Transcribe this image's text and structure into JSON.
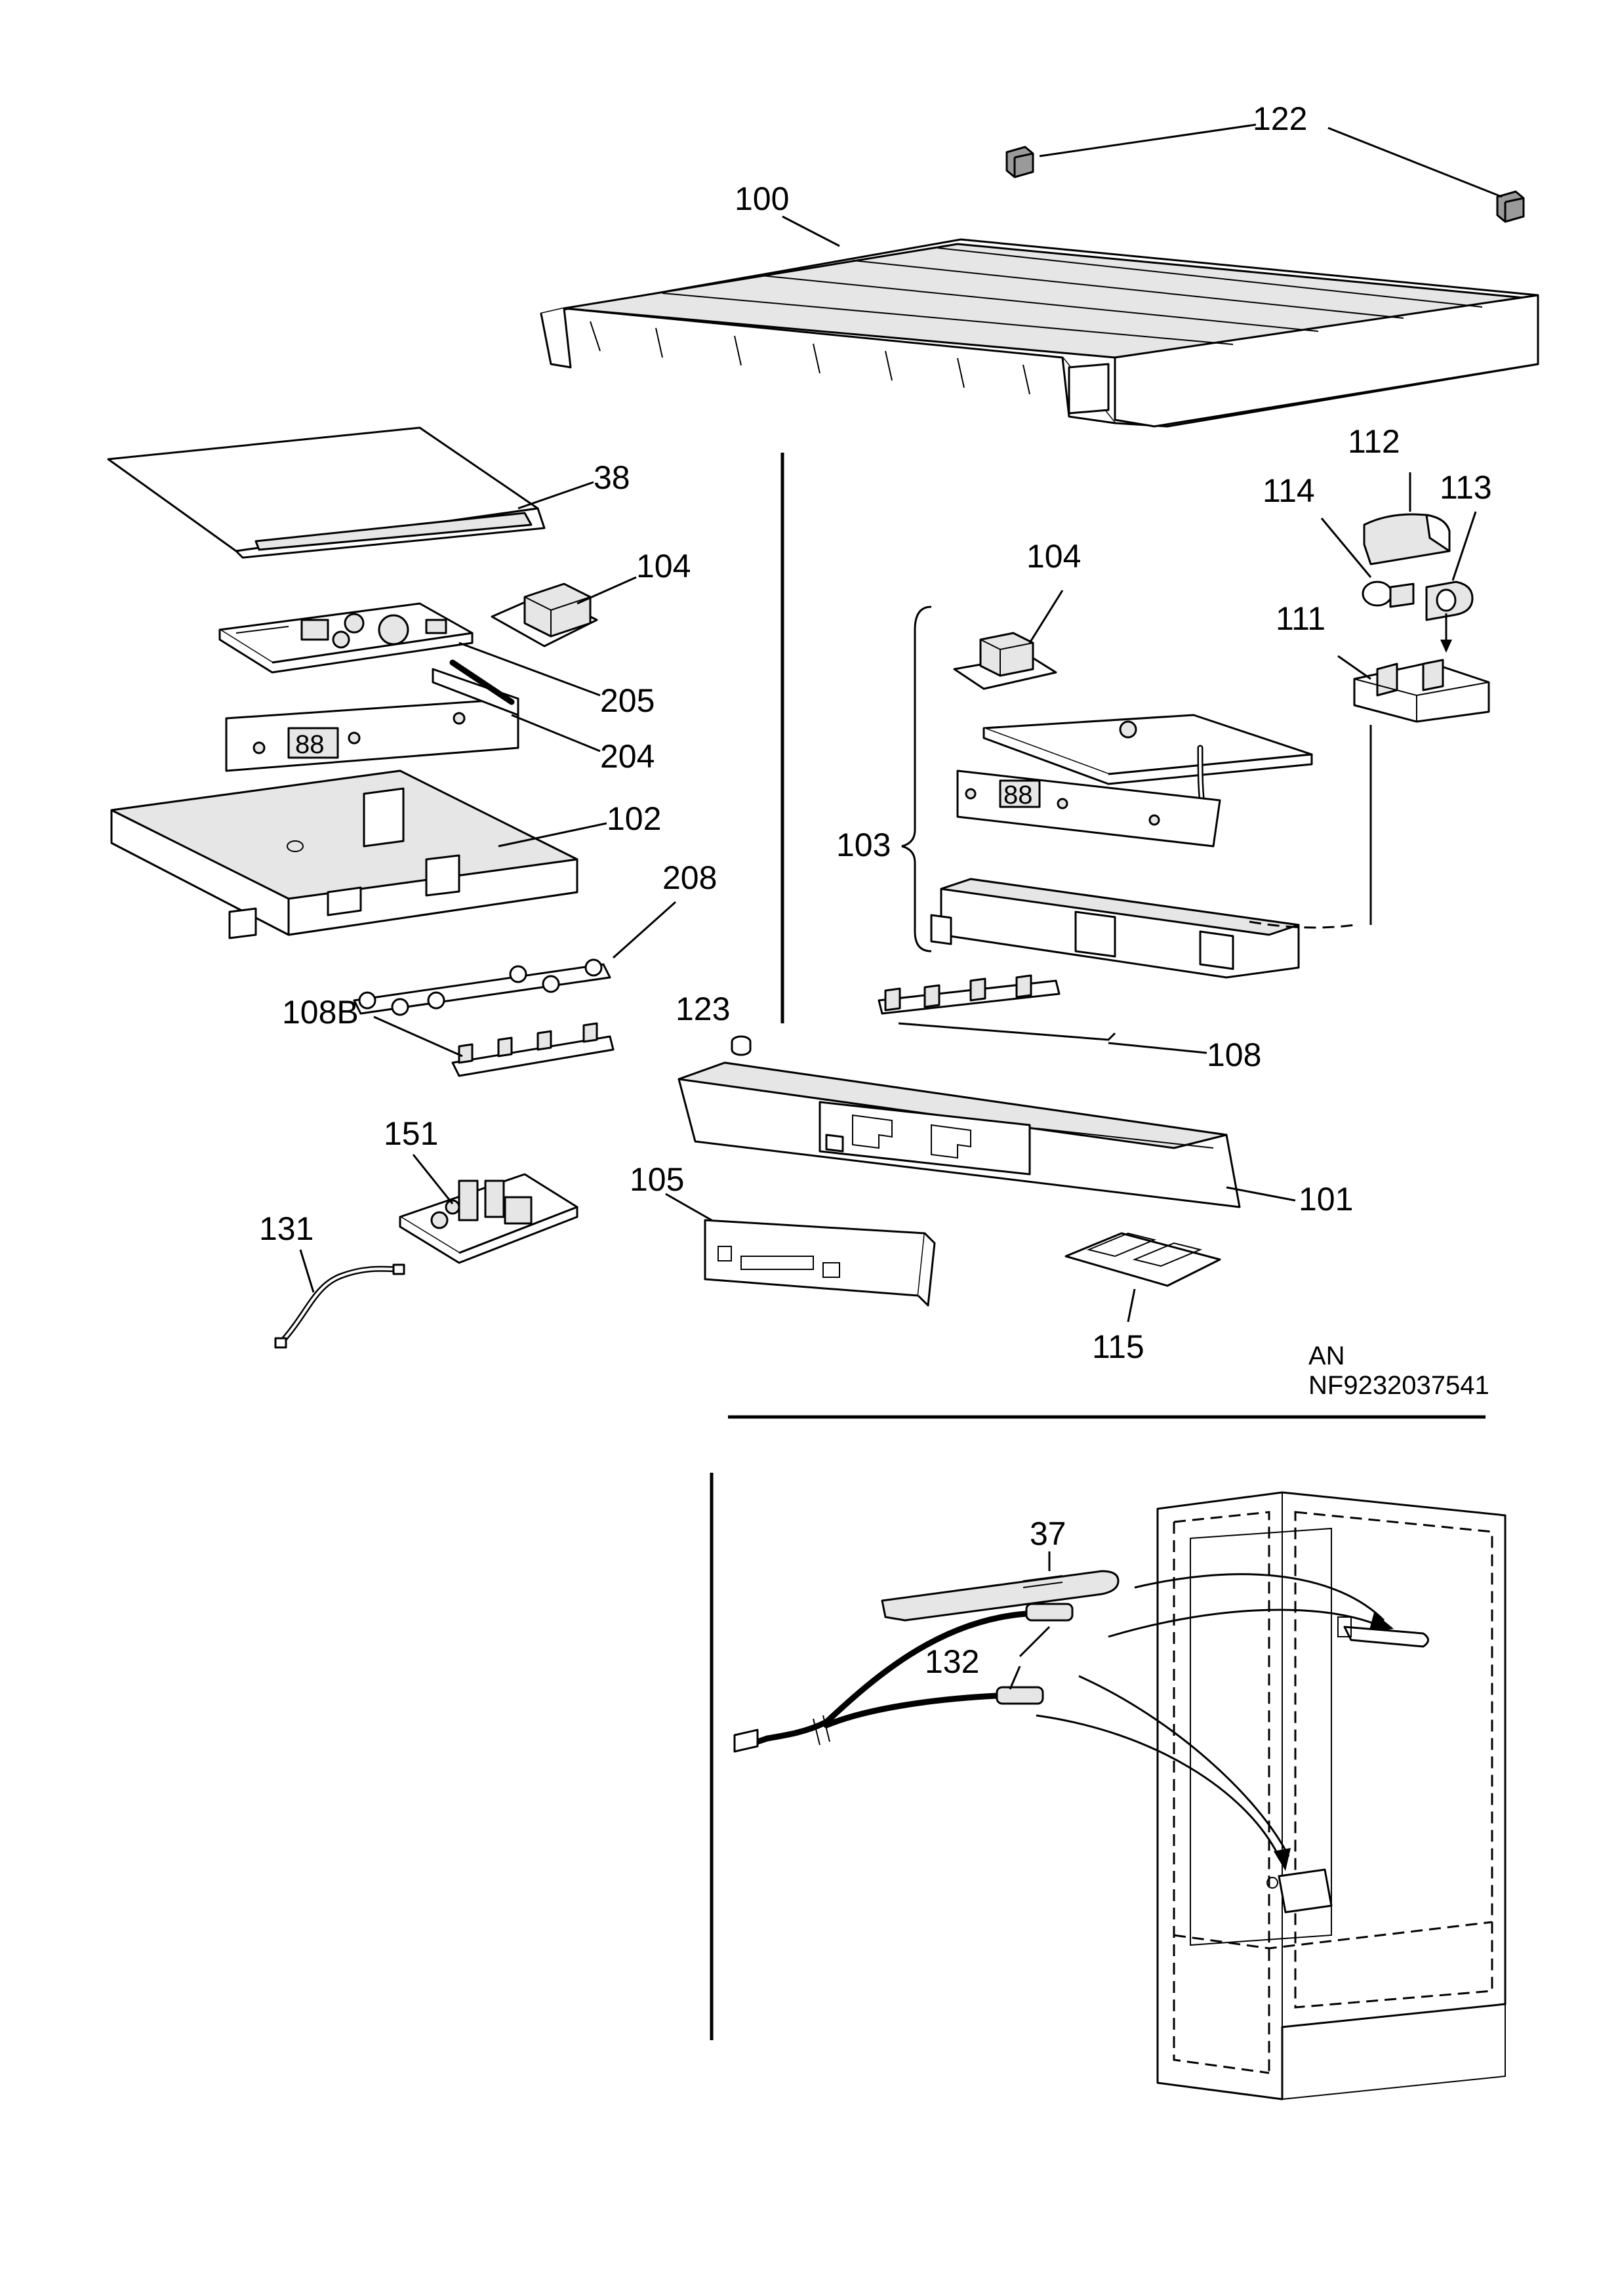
{
  "callouts": {
    "c100": "100",
    "c122": "122",
    "c38": "38",
    "c104a": "104",
    "c205": "205",
    "c204": "204",
    "c102": "102",
    "c208": "208",
    "c108b": "108B",
    "c151": "151",
    "c131": "131",
    "c123": "123",
    "c105": "105",
    "c101": "101",
    "c115": "115",
    "c104b": "104",
    "c103": "103",
    "c112": "112",
    "c114": "114",
    "c113": "113",
    "c111": "111",
    "c108": "108",
    "c37": "37",
    "c132": "132"
  },
  "reference": {
    "line1": "AN",
    "line2": "NF9232037541"
  },
  "display_digits": "88"
}
